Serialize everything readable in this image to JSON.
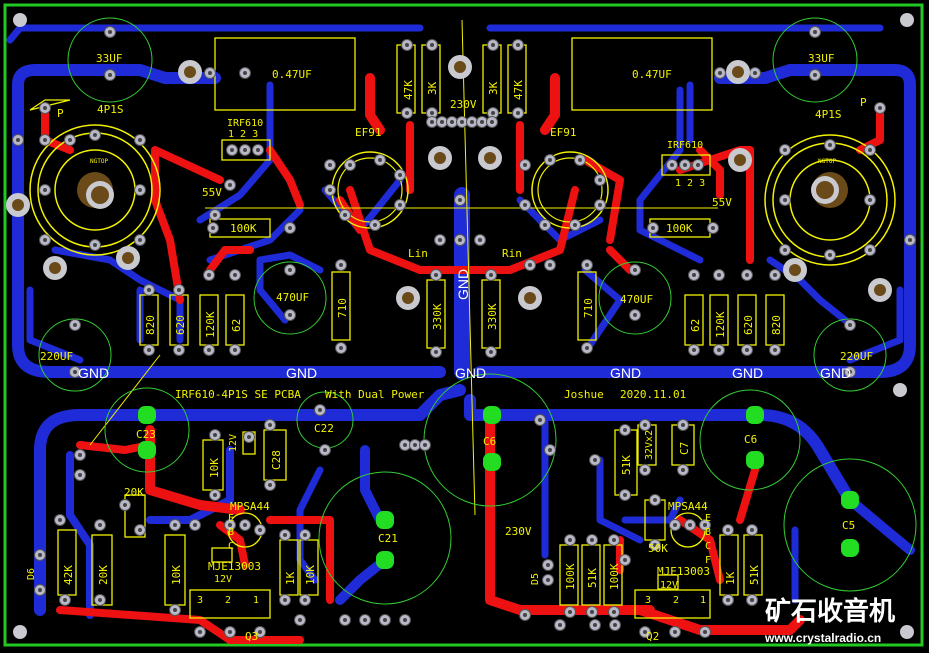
{
  "board": {
    "title": "IRF610-4P1S SE PCBA",
    "subtitle": "With Dual Power",
    "author": "Joshue",
    "date": "2020.11.01",
    "colors": {
      "background": "#000000",
      "outline": "#22c922",
      "top_copper": "#ee1111",
      "bottom_copper": "#1e2bd6",
      "silkscreen": "#f2f200"
    }
  },
  "tubes": {
    "left_power": {
      "name": "4P1S",
      "pin_label": "P",
      "center": "NGTOP"
    },
    "right_power": {
      "name": "4P1S",
      "pin_label": "P",
      "center": "NGTOP"
    },
    "left_driver": "EF91",
    "right_driver": "EF91"
  },
  "mosfets": {
    "left": {
      "name": "IRF610",
      "pins": "1 2 3"
    },
    "right": {
      "name": "IRF610",
      "pins": "1 2 3"
    }
  },
  "caps": {
    "left_big": "0.47UF",
    "right_big": "0.47UF",
    "left_top": "33UF",
    "right_top": "33UF",
    "left_mid": "470UF",
    "right_mid": "470UF",
    "left_bottom": "220UF",
    "right_bottom": "220UF",
    "c23": "C23",
    "c22": "C22",
    "c28": "C28",
    "c21": "C21",
    "c6a": "C6",
    "c6b": "C6",
    "c7": "C7",
    "c5": "C5"
  },
  "resistors": {
    "top_a": "47K",
    "top_b": "3K",
    "top_c": "3K",
    "top_d": "47K",
    "r100k_l": "100K",
    "r100k_r": "100K",
    "r710_l": "710",
    "r710_r": "710",
    "r330k_l": "330K",
    "r330k_r": "330K",
    "l_820": "820",
    "l_620": "620",
    "l_120k": "120K",
    "l_62": "62",
    "r_62": "62",
    "r_120k": "120K",
    "r_620": "620",
    "r_820": "820",
    "p_10k_a": "10K",
    "p_12v": "12V",
    "p_20k_pot": "20K",
    "p_42k": "42K",
    "p_20k": "20K",
    "p_10k_b": "10K",
    "p_1k": "1K",
    "p_10k_c": "10K",
    "q_51k_a": "51K",
    "q_32v": "32Vx2",
    "q_100k_a": "100K",
    "q_51k_b": "51K",
    "q_100k_b": "100K",
    "q_50k": "50K",
    "q_1k": "1K",
    "q_51k_c": "51K"
  },
  "labels": {
    "v55_l": "55V",
    "v55_r": "55V",
    "v230_top": "230V",
    "v230_mid": "230V",
    "lin": "Lin",
    "rin": "Rin",
    "gnd": "GND",
    "mpsa44": "MPSA44",
    "mje13003": "MJE13003",
    "v12": "12V",
    "q2": "Q2",
    "q3": "Q3",
    "d6": "D6",
    "d5": "D5",
    "pins_ebc": [
      "E",
      "B",
      "C"
    ],
    "pins_e_b_c_f": [
      "E",
      "B",
      "C",
      "F"
    ],
    "reg_pins": [
      "3",
      "2",
      "1"
    ]
  },
  "watermark": {
    "cn": "矿石收音机",
    "url": "www.crystalradio.cn"
  }
}
